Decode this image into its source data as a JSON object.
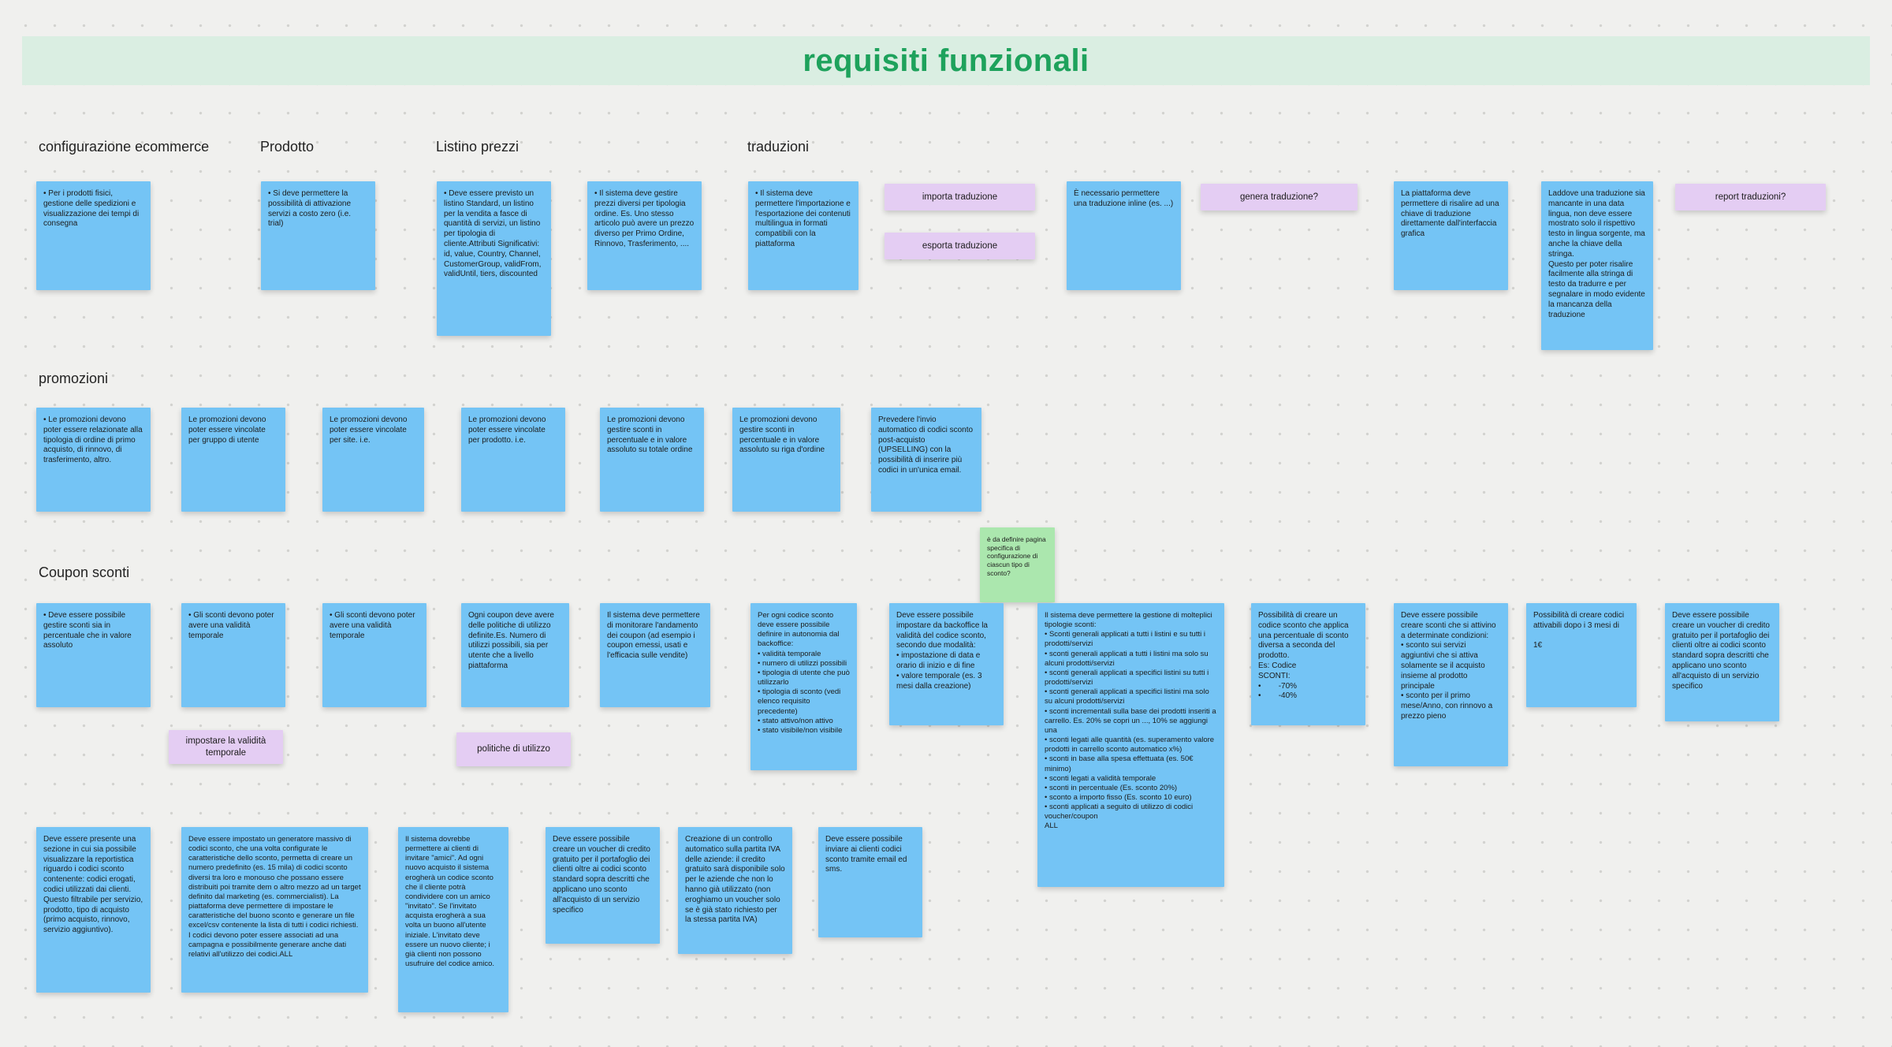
{
  "board": {
    "title": "requisiti funzionali",
    "colors": {
      "background": "#f0f0ee",
      "banner_bg": "#daeee2",
      "title_color": "#1ea25c",
      "note_blue": "#74c4f5",
      "note_purple": "#e4cdf3",
      "note_green": "#abe7ae"
    }
  },
  "sections": [
    {
      "label": "configurazione ecommerce"
    },
    {
      "label": "Prodotto"
    },
    {
      "label": "Listino prezzi"
    },
    {
      "label": "traduzioni"
    },
    {
      "label": "promozioni"
    },
    {
      "label": "Coupon sconti"
    }
  ],
  "notes": [
    {
      "text": "• Per i prodotti fisici, gestione delle spedizioni e visualizzazione dei tempi di consegna"
    },
    {
      "text": "• Si deve permettere la possibilità di attivazione servizi a costo zero (i.e. trial)"
    },
    {
      "text": "• Deve essere previsto un listino Standard, un listino per la vendita a fasce di quantità di servizi, un listino per tipologia di cliente.Attributi Significativi: id, value, Country, Channel, CustomerGroup, validFrom, validUntil, tiers, discounted"
    },
    {
      "text": "• Il sistema deve gestire prezzi diversi per tipologia ordine. Es. Uno stesso articolo può avere un prezzo diverso per Primo Ordine, Rinnovo, Trasferimento, ...."
    },
    {
      "text": "• Il sistema deve permettere l'importazione e l'esportazione dei contenuti multilingua in formati compatibili con la piattaforma"
    },
    {
      "text": "importa traduzione"
    },
    {
      "text": "esporta traduzione"
    },
    {
      "text": "È necessario permettere una traduzione inline (es. ...)"
    },
    {
      "text": "genera traduzione?"
    },
    {
      "text": "La piattaforma deve permettere di risalire ad una chiave di traduzione direttamente dall'interfaccia grafica"
    },
    {
      "text": "Laddove una traduzione sia mancante in una data lingua, non deve essere mostrato solo il rispettivo testo in lingua sorgente, ma anche la chiave della stringa.\nQuesto per poter risalire facilmente alla stringa di testo da tradurre e per segnalare in modo evidente la mancanza della traduzione"
    },
    {
      "text": "report traduzioni?"
    },
    {
      "text": "• Le promozioni devono poter essere relazionate alla tipologia di ordine di primo acquisto, di rinnovo, di trasferimento, altro."
    },
    {
      "text": "Le promozioni devono poter essere vincolate per gruppo di utente"
    },
    {
      "text": "Le promozioni devono poter essere vincolate per site. i.e."
    },
    {
      "text": "Le promozioni devono poter essere vincolate per prodotto. i.e."
    },
    {
      "text": "Le promozioni devono gestire sconti in percentuale e in valore assoluto su totale ordine"
    },
    {
      "text": "Le promozioni devono gestire sconti in percentuale e in valore assoluto su riga d'ordine"
    },
    {
      "text": "Prevedere l'invio automatico di codici sconto post-acquisto (UPSELLING) con la possibilità di inserire più codici in un'unica email."
    },
    {
      "text": "è da definire pagina specifica di configurazione di ciascun tipo di sconto?"
    },
    {
      "text": "• Deve essere possibile gestire sconti sia in percentuale che in valore assoluto"
    },
    {
      "text": "• Gli sconti devono poter avere una validità temporale"
    },
    {
      "text": "• Gli sconti devono poter avere una validità temporale"
    },
    {
      "text": "Ogni coupon deve avere delle politiche di utilizzo definite.Es. Numero di utilizzi possibili, sia per utente che a livello piattaforma"
    },
    {
      "text": "Il sistema deve permettere di monitorare l'andamento dei coupon (ad esempio i coupon emessi, usati e l'efficacia sulle vendite)"
    },
    {
      "text": "Per ogni codice sconto deve essere possibile definire in autonomia dal backoffice:\n• validità temporale\n• numero di utilizzi possibili\n• tipologia di utente che può utilizzarlo\n• tipologia di sconto (vedi elenco requisito precedente)\n• stato attivo/non attivo\n• stato visibile/non visibile"
    },
    {
      "text": "Deve essere possibile impostare da backoffice la validità del codice sconto, secondo due modalità:\n• impostazione di data e orario di inizio e di fine\n• valore temporale (es. 3 mesi dalla creazione)"
    },
    {
      "text": "Il sistema deve permettere la gestione di molteplici tipologie sconti:\n• Sconti generali applicati a tutti i listini e su tutti i prodotti/servizi\n• sconti generali applicati a tutti i listini ma solo su alcuni prodotti/servizi\n• sconti generali applicati a specifici listini su tutti i prodotti/servizi\n• sconti generali applicati a specifici listini ma solo su alcuni prodotti/servizi\n• sconti incrementali sulla base dei prodotti inseriti a carrello. Es. 20% se copri un ..., 10% se aggiungi una\n• sconti legati alle quantità (es. superamento valore prodotti in carrello sconto automatico x%)\n• sconti in base alla spesa effettuata (es. 50€ minimo)\n• sconti legati a validità temporale\n• sconti in percentuale (Es. sconto 20%)\n• sconto a importo fisso (Es. sconto 10 euro)\n• sconti applicati a seguito di utilizzo di codici voucher/coupon\nALL"
    },
    {
      "text": "Possibilità di creare un codice sconto che applica una percentuale di sconto diversa a seconda del prodotto.\nEs: Codice\nSCONTI:\n•        -70%\n•        -40%"
    },
    {
      "text": "Deve essere possibile creare sconti che si attivino a determinate condizioni:\n• sconto sui servizi aggiuntivi che si attiva solamente se il acquisto insieme al prodotto principale\n• sconto per il primo mese/Anno, con rinnovo a prezzo pieno"
    },
    {
      "text": "Possibilità di creare codici attivabili dopo i 3 mesi di\n\n1€"
    },
    {
      "text": "Deve essere possibile creare un voucher di credito gratuito per il portafoglio dei clienti oltre ai codici sconto standard sopra descritti che applicano uno sconto all'acquisto di un servizio specifico"
    },
    {
      "text": "impostare la validità temporale"
    },
    {
      "text": "politiche di utilizzo"
    },
    {
      "text": "Deve essere presente una sezione in cui sia possibile visualizzare la reportistica riguardo i codici sconto contenente: codici erogati, codici utilizzati dai clienti. Questo filtrabile per servizio, prodotto, tipo di acquisto (primo acquisto, rinnovo, servizio aggiuntivo)."
    },
    {
      "text": "Deve essere impostato un generatore massivo di codici sconto, che una volta configurate le caratteristiche dello sconto, permetta di creare un numero predefinito (es. 15 mila) di codici sconto diversi tra loro e monouso che possano essere distribuiti poi tramite dem o altro mezzo ad un target definito dal marketing (es. commercialisti). La piattaforma deve permettere di impostare le caratteristiche del buono sconto e generare un file excel/csv contenente la lista di tutti i codici richiesti. I codici devono poter essere associati ad una campagna e possibilmente generare anche dati relativi all'utilizzo dei codici.ALL"
    },
    {
      "text": "Il sistema dovrebbe permettere ai clienti di invitare \"amici\". Ad ogni nuovo acquisto il sistema erogherà un codice sconto che il cliente potrà condividere con un amico \"invitato\". Se l'invitato acquista erogherà a sua volta un buono all'utente iniziale. L'invitato deve essere un nuovo cliente; i già clienti non possono usufruire del codice amico."
    },
    {
      "text": "Deve essere possibile creare un voucher di credito gratuito per il portafoglio dei clienti oltre ai codici sconto standard sopra descritti che applicano uno sconto all'acquisto di un servizio specifico"
    },
    {
      "text": "Creazione di un controllo automatico sulla partita IVA delle aziende: il credito gratuito sarà disponibile solo per le aziende che non lo hanno già utilizzato (non eroghiamo un voucher solo se è già stato richiesto per la stessa partita IVA)"
    },
    {
      "text": "Deve essere possibile inviare ai clienti codici sconto tramite email ed sms."
    }
  ]
}
